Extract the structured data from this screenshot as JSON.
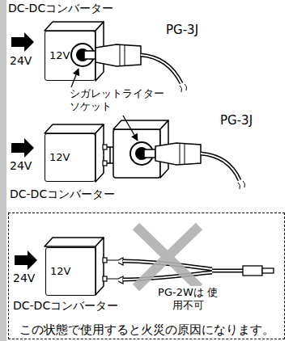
{
  "diagram": {
    "nodes": [
      {
        "text": [
          "12V"
        ]
      },
      {
        "text": [
          "12V"
        ]
      },
      {
        "text": [
          "この状態で使用すると火災の原因になります。"
        ]
      },
      {
        "text": [
          "12V"
        ],
        "in": 2
      }
    ],
    "labels": [
      "DC-DCコンバーター",
      "24V",
      "PG-3J",
      "シガレットライター ソケット",
      "24V",
      "PG-3J",
      "DC-DCコンバーター",
      "24V",
      "DC-DCコンバーター",
      "PG-2Wは 使用不可"
    ]
  }
}
